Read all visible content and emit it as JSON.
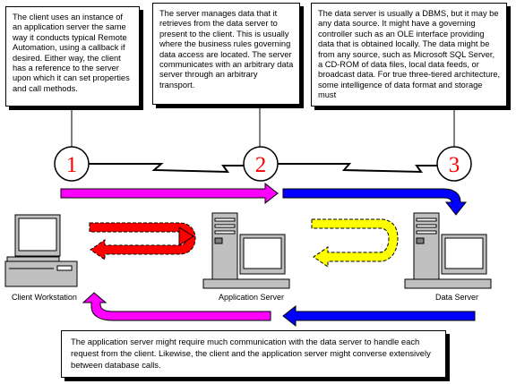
{
  "steps": [
    "1",
    "2",
    "3"
  ],
  "callouts": {
    "client": "The client uses an instance of an application server the same way it conducts typical Remote Automation, using a callback if desired. Either way, the client has a reference to the server upon which it can set properties and call methods.",
    "server": "The server manages data that it retrieves from the data server to present to the client. This is usually where the business rules governing data access are located. The server communicates with an arbitrary data server through an arbitrary transport.",
    "data": "The data server is usually a DBMS, but it may be any data source. It might have a governing controller such as an OLE interface providing data that is obtained locally. The data might be from any source, such as Microsoft SQL Server, a CD-ROM of data files, local data feeds, or broadcast data. For true three-tiered architecture, some intelligence of data format and storage must",
    "bottom": "The application server might require much communication with the data server to handle each request from the client. Likewise, the client and the application server might converse extensively between database calls."
  },
  "computers": {
    "client": "Client Workstation",
    "app": "Application Server",
    "data": "Data Server"
  },
  "colors": {
    "magenta": "#ff00ff",
    "blue": "#0000ff",
    "red": "#ff0000",
    "yellow": "#ffff00",
    "step_number": "#ff0000"
  }
}
